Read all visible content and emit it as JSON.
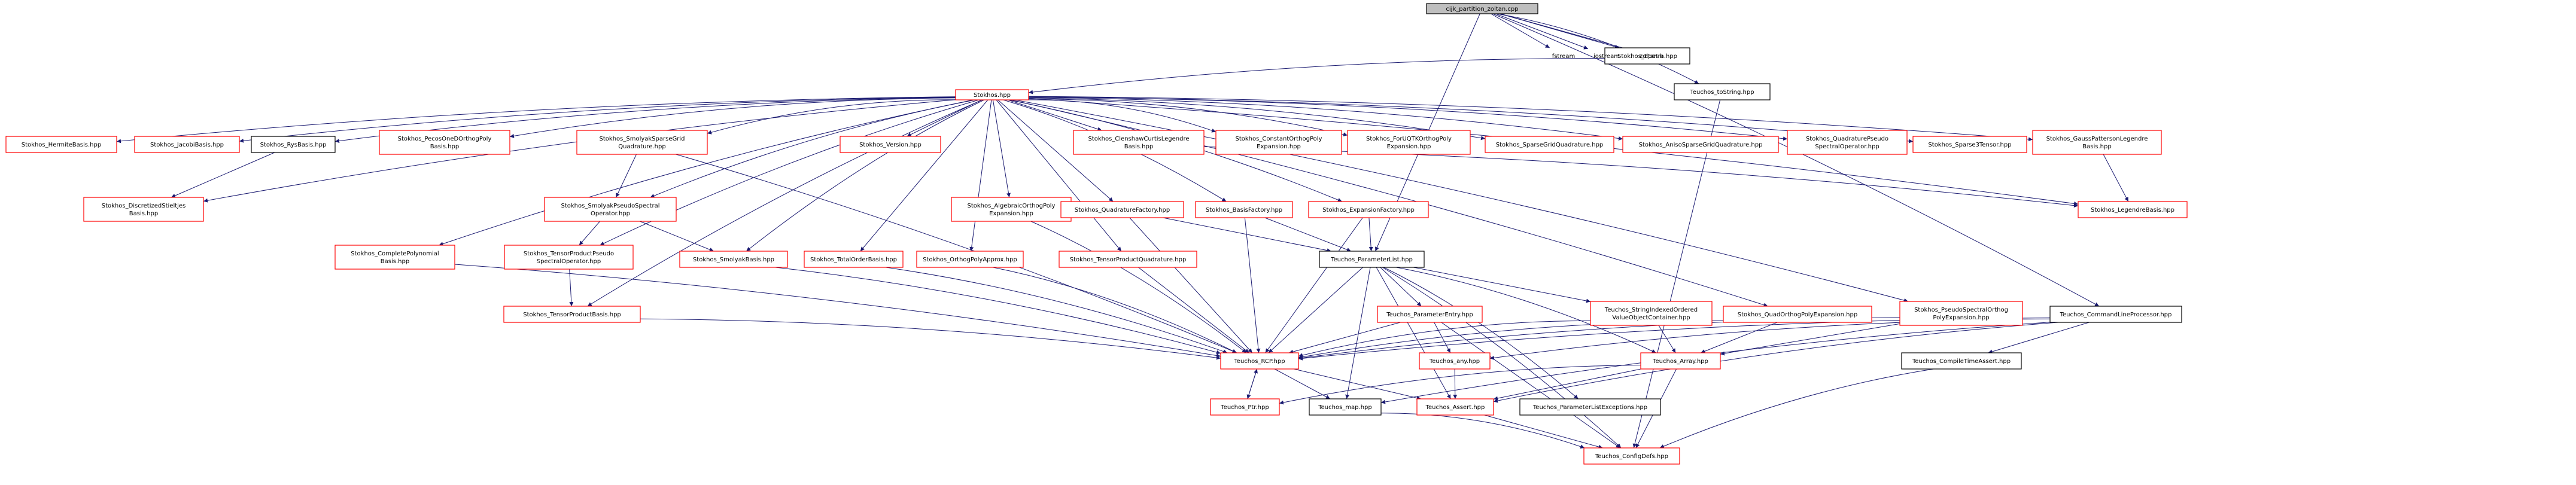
{
  "colors": {
    "edge": "#191970",
    "node_border_red": "#ff0000",
    "node_border_black": "#000000",
    "root_fill": "#bfbfbf",
    "node_fill": "#ffffff",
    "text": "#000000"
  },
  "nodes": [
    {
      "id": "root",
      "lines": [
        "cijk_partition_zoltan.cpp"
      ],
      "style": "root"
    },
    {
      "id": "epetra",
      "lines": [
        "Stokhos_Epetra.hpp"
      ],
      "style": "black"
    },
    {
      "id": "fstream",
      "lines": [
        "fstream"
      ],
      "style": "plain"
    },
    {
      "id": "iostream",
      "lines": [
        "iostream"
      ],
      "style": "plain"
    },
    {
      "id": "zoltan",
      "lines": [
        "zoltan.h"
      ],
      "style": "plain"
    },
    {
      "id": "tostring",
      "lines": [
        "Teuchos_toString.hpp"
      ],
      "style": "black"
    },
    {
      "id": "stokhos",
      "lines": [
        "Stokhos.hpp"
      ],
      "style": "red"
    },
    {
      "id": "hermite",
      "lines": [
        "Stokhos_HermiteBasis.hpp"
      ],
      "style": "red"
    },
    {
      "id": "jacobi",
      "lines": [
        "Stokhos_JacobiBasis.hpp"
      ],
      "style": "red"
    },
    {
      "id": "rys",
      "lines": [
        "Stokhos_RysBasis.hpp"
      ],
      "style": "black"
    },
    {
      "id": "piecewise",
      "lines": [
        "Stokhos_PecosOneDOrthogPoly",
        "Basis.hpp"
      ],
      "style": "red"
    },
    {
      "id": "smolyakquad",
      "lines": [
        "Stokhos_SmolyakSparseGrid",
        "Quadrature.hpp"
      ],
      "style": "red"
    },
    {
      "id": "version",
      "lines": [
        "Stokhos_Version.hpp"
      ],
      "style": "red"
    },
    {
      "id": "clenshaw",
      "lines": [
        "Stokhos_ClenshawCurtisLegendre",
        "Basis.hpp"
      ],
      "style": "red"
    },
    {
      "id": "constantorthog",
      "lines": [
        "Stokhos_ConstantOrthogPoly",
        "Expansion.hpp"
      ],
      "style": "red"
    },
    {
      "id": "foruqtk",
      "lines": [
        "Stokhos_ForUQTKOrthogPoly",
        "Expansion.hpp"
      ],
      "style": "red"
    },
    {
      "id": "sparsegrid",
      "lines": [
        "Stokhos_SparseGridQuadrature.hpp"
      ],
      "style": "red"
    },
    {
      "id": "aniso",
      "lines": [
        "Stokhos_AnisoSparseGridQuadrature.hpp"
      ],
      "style": "red"
    },
    {
      "id": "quadpseudo",
      "lines": [
        "Stokhos_QuadraturePseudo",
        "SpectralOperator.hpp"
      ],
      "style": "red"
    },
    {
      "id": "sparse3",
      "lines": [
        "Stokhos_Sparse3Tensor.hpp"
      ],
      "style": "red"
    },
    {
      "id": "gausspatterson",
      "lines": [
        "Stokhos_GaussPattersonLegendre",
        "Basis.hpp"
      ],
      "style": "red"
    },
    {
      "id": "stieltjes",
      "lines": [
        "Stokhos_DiscretizedStieltjes",
        "Basis.hpp"
      ],
      "style": "red"
    },
    {
      "id": "smolyakpseudo",
      "lines": [
        "Stokhos_SmolyakPseudoSpectral",
        "Operator.hpp"
      ],
      "style": "red"
    },
    {
      "id": "algebraic",
      "lines": [
        "Stokhos_AlgebraicOrthogPoly",
        "Expansion.hpp"
      ],
      "style": "red"
    },
    {
      "id": "quadfactory",
      "lines": [
        "Stokhos_QuadratureFactory.hpp"
      ],
      "style": "red"
    },
    {
      "id": "basisfactory",
      "lines": [
        "Stokhos_BasisFactory.hpp"
      ],
      "style": "red"
    },
    {
      "id": "expfactory",
      "lines": [
        "Stokhos_ExpansionFactory.hpp"
      ],
      "style": "red"
    },
    {
      "id": "legendre",
      "lines": [
        "Stokhos_LegendreBasis.hpp"
      ],
      "style": "red"
    },
    {
      "id": "completepoly",
      "lines": [
        "Stokhos_CompletePolynomial",
        "Basis.hpp"
      ],
      "style": "red"
    },
    {
      "id": "tensorpseudo",
      "lines": [
        "Stokhos_TensorProductPseudo",
        "SpectralOperator.hpp"
      ],
      "style": "red"
    },
    {
      "id": "smolyakbasis",
      "lines": [
        "Stokhos_SmolyakBasis.hpp"
      ],
      "style": "red"
    },
    {
      "id": "totalorder",
      "lines": [
        "Stokhos_TotalOrderBasis.hpp"
      ],
      "style": "red"
    },
    {
      "id": "orthogapprox",
      "lines": [
        "Stokhos_OrthogPolyApprox.hpp"
      ],
      "style": "red"
    },
    {
      "id": "tensorquad",
      "lines": [
        "Stokhos_TensorProductQuadrature.hpp"
      ],
      "style": "red"
    },
    {
      "id": "paramlist",
      "lines": [
        "Teuchos_ParameterList.hpp"
      ],
      "style": "black"
    },
    {
      "id": "tensorbasis",
      "lines": [
        "Stokhos_TensorProductBasis.hpp"
      ],
      "style": "red"
    },
    {
      "id": "paramentry",
      "lines": [
        "Teuchos_ParameterEntry.hpp"
      ],
      "style": "red"
    },
    {
      "id": "stringindexed",
      "lines": [
        "Teuchos_StringIndexedOrdered",
        "ValueObjectContainer.hpp"
      ],
      "style": "red"
    },
    {
      "id": "quadorthog",
      "lines": [
        "Stokhos_QuadOrthogPolyExpansion.hpp"
      ],
      "style": "red"
    },
    {
      "id": "pseudospectral",
      "lines": [
        "Stokhos_PseudoSpectralOrthog",
        "PolyExpansion.hpp"
      ],
      "style": "red"
    },
    {
      "id": "cmdline",
      "lines": [
        "Teuchos_CommandLineProcessor.hpp"
      ],
      "style": "black"
    },
    {
      "id": "rcp",
      "lines": [
        "Teuchos_RCP.hpp"
      ],
      "style": "red"
    },
    {
      "id": "any",
      "lines": [
        "Teuchos_any.hpp"
      ],
      "style": "red"
    },
    {
      "id": "array",
      "lines": [
        "Teuchos_Array.hpp"
      ],
      "style": "red"
    },
    {
      "id": "complextime",
      "lines": [
        "Teuchos_CompileTimeAssert.hpp"
      ],
      "style": "black"
    },
    {
      "id": "ptr",
      "lines": [
        "Teuchos_Ptr.hpp"
      ],
      "style": "red"
    },
    {
      "id": "map",
      "lines": [
        "Teuchos_map.hpp"
      ],
      "style": "black"
    },
    {
      "id": "asserth",
      "lines": [
        "Teuchos_Assert.hpp"
      ],
      "style": "red"
    },
    {
      "id": "plexceptions",
      "lines": [
        "Teuchos_ParameterListExceptions.hpp"
      ],
      "style": "black"
    },
    {
      "id": "configdefs",
      "lines": [
        "Teuchos_ConfigDefs.hpp"
      ],
      "style": "red"
    }
  ],
  "edges": [
    [
      "root",
      "epetra"
    ],
    [
      "root",
      "fstream"
    ],
    [
      "root",
      "iostream"
    ],
    [
      "root",
      "zoltan"
    ],
    [
      "root",
      "tostring"
    ],
    [
      "root",
      "paramlist"
    ],
    [
      "root",
      "cmdline"
    ],
    [
      "epetra",
      "stokhos"
    ],
    [
      "stokhos",
      "hermite"
    ],
    [
      "stokhos",
      "jacobi"
    ],
    [
      "stokhos",
      "rys"
    ],
    [
      "stokhos",
      "piecewise"
    ],
    [
      "stokhos",
      "smolyakquad"
    ],
    [
      "stokhos",
      "version"
    ],
    [
      "stokhos",
      "clenshaw"
    ],
    [
      "stokhos",
      "constantorthog"
    ],
    [
      "stokhos",
      "foruqtk"
    ],
    [
      "stokhos",
      "sparsegrid"
    ],
    [
      "stokhos",
      "aniso"
    ],
    [
      "stokhos",
      "quadpseudo"
    ],
    [
      "stokhos",
      "sparse3"
    ],
    [
      "stokhos",
      "gausspatterson"
    ],
    [
      "stokhos",
      "stieltjes"
    ],
    [
      "stokhos",
      "smolyakpseudo"
    ],
    [
      "stokhos",
      "algebraic"
    ],
    [
      "stokhos",
      "quadfactory"
    ],
    [
      "stokhos",
      "basisfactory"
    ],
    [
      "stokhos",
      "expfactory"
    ],
    [
      "stokhos",
      "legendre"
    ],
    [
      "stokhos",
      "completepoly"
    ],
    [
      "stokhos",
      "tensorpseudo"
    ],
    [
      "stokhos",
      "smolyakbasis"
    ],
    [
      "stokhos",
      "totalorder"
    ],
    [
      "stokhos",
      "orthogapprox"
    ],
    [
      "stokhos",
      "tensorquad"
    ],
    [
      "stokhos",
      "tensorbasis"
    ],
    [
      "stokhos",
      "quadorthog"
    ],
    [
      "stokhos",
      "pseudospectral"
    ],
    [
      "rys",
      "stieltjes"
    ],
    [
      "clenshaw",
      "legendre"
    ],
    [
      "gausspatterson",
      "legendre"
    ],
    [
      "smolyakquad",
      "smolyakpseudo"
    ],
    [
      "smolyakquad",
      "rcp"
    ],
    [
      "smolyakpseudo",
      "tensorpseudo"
    ],
    [
      "smolyakpseudo",
      "smolyakbasis"
    ],
    [
      "tensorpseudo",
      "tensorbasis"
    ],
    [
      "completepoly",
      "rcp"
    ],
    [
      "tensorbasis",
      "rcp"
    ],
    [
      "smolyakbasis",
      "rcp"
    ],
    [
      "totalorder",
      "rcp"
    ],
    [
      "orthogapprox",
      "rcp"
    ],
    [
      "tensorquad",
      "rcp"
    ],
    [
      "algebraic",
      "rcp"
    ],
    [
      "quadfactory",
      "paramlist"
    ],
    [
      "quadfactory",
      "rcp"
    ],
    [
      "basisfactory",
      "paramlist"
    ],
    [
      "basisfactory",
      "rcp"
    ],
    [
      "expfactory",
      "paramlist"
    ],
    [
      "expfactory",
      "rcp"
    ],
    [
      "paramlist",
      "rcp"
    ],
    [
      "paramlist",
      "paramentry"
    ],
    [
      "paramlist",
      "stringindexed"
    ],
    [
      "paramlist",
      "map"
    ],
    [
      "paramlist",
      "array"
    ],
    [
      "paramlist",
      "plexceptions"
    ],
    [
      "paramlist",
      "asserth"
    ],
    [
      "paramlist",
      "configdefs"
    ],
    [
      "paramentry",
      "any"
    ],
    [
      "paramentry",
      "rcp"
    ],
    [
      "paramentry",
      "configdefs"
    ],
    [
      "stringindexed",
      "array"
    ],
    [
      "stringindexed",
      "rcp"
    ],
    [
      "quadorthog",
      "array"
    ],
    [
      "quadorthog",
      "rcp"
    ],
    [
      "pseudospectral",
      "array"
    ],
    [
      "pseudospectral",
      "rcp"
    ],
    [
      "cmdline",
      "rcp"
    ],
    [
      "cmdline",
      "complextime"
    ],
    [
      "cmdline",
      "map"
    ],
    [
      "cmdline",
      "any"
    ],
    [
      "cmdline",
      "asserth"
    ],
    [
      "tostring",
      "configdefs"
    ],
    [
      "complextime",
      "configdefs"
    ],
    [
      "any",
      "asserth"
    ],
    [
      "array",
      "asserth"
    ],
    [
      "array",
      "configdefs"
    ],
    [
      "array",
      "ptr"
    ],
    [
      "rcp",
      "ptr"
    ],
    [
      "rcp",
      "map"
    ],
    [
      "rcp",
      "asserth"
    ],
    [
      "ptr",
      "rcp"
    ],
    [
      "map",
      "configdefs"
    ],
    [
      "asserth",
      "configdefs"
    ]
  ]
}
